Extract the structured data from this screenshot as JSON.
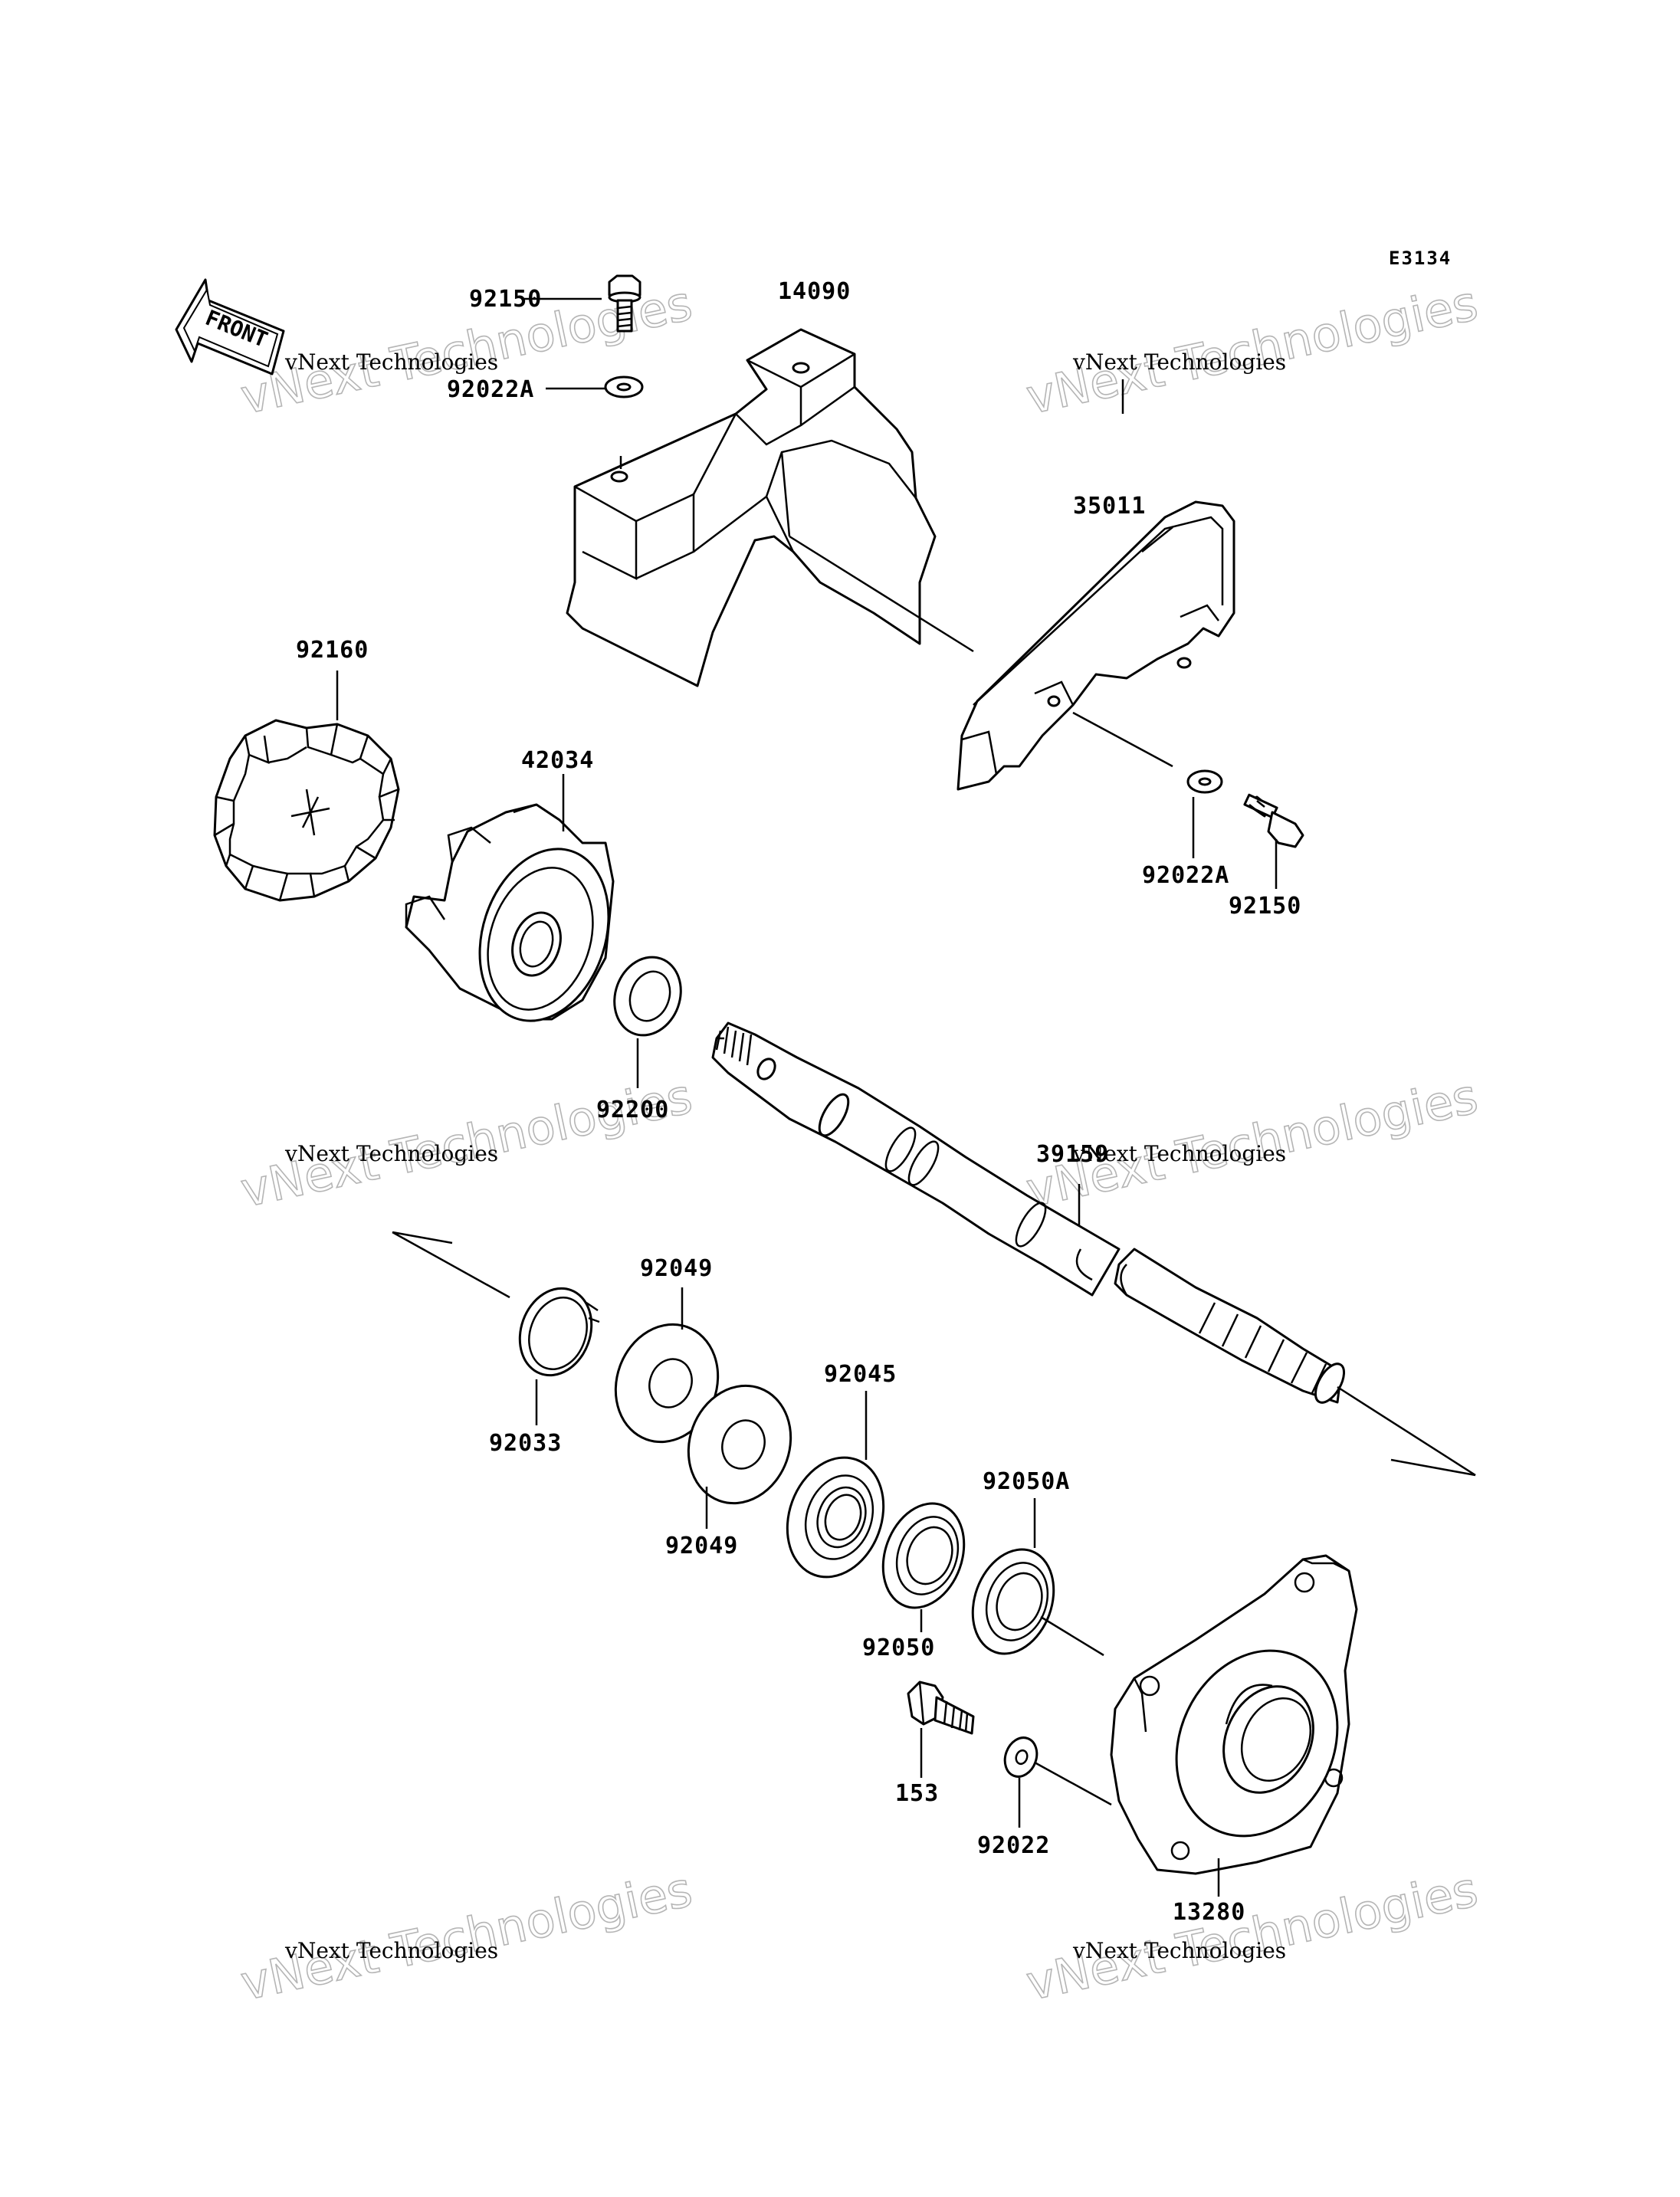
{
  "diagram": {
    "figure_code": "E3134",
    "direction_label": "FRONT",
    "watermark": {
      "line1": "vNext Technologies",
      "line2": "vNext Technologies"
    },
    "parts": [
      {
        "number": "92150"
      },
      {
        "number": "14090"
      },
      {
        "number": "92022A"
      },
      {
        "number": "35011"
      },
      {
        "number": "92160"
      },
      {
        "number": "42034"
      },
      {
        "number": "92022A"
      },
      {
        "number": "92150"
      },
      {
        "number": "92200"
      },
      {
        "number": "39159"
      },
      {
        "number": "92049"
      },
      {
        "number": "92045"
      },
      {
        "number": "92033"
      },
      {
        "number": "92049"
      },
      {
        "number": "92050A"
      },
      {
        "number": "92050"
      },
      {
        "number": "153"
      },
      {
        "number": "92022"
      },
      {
        "number": "13280"
      }
    ]
  }
}
